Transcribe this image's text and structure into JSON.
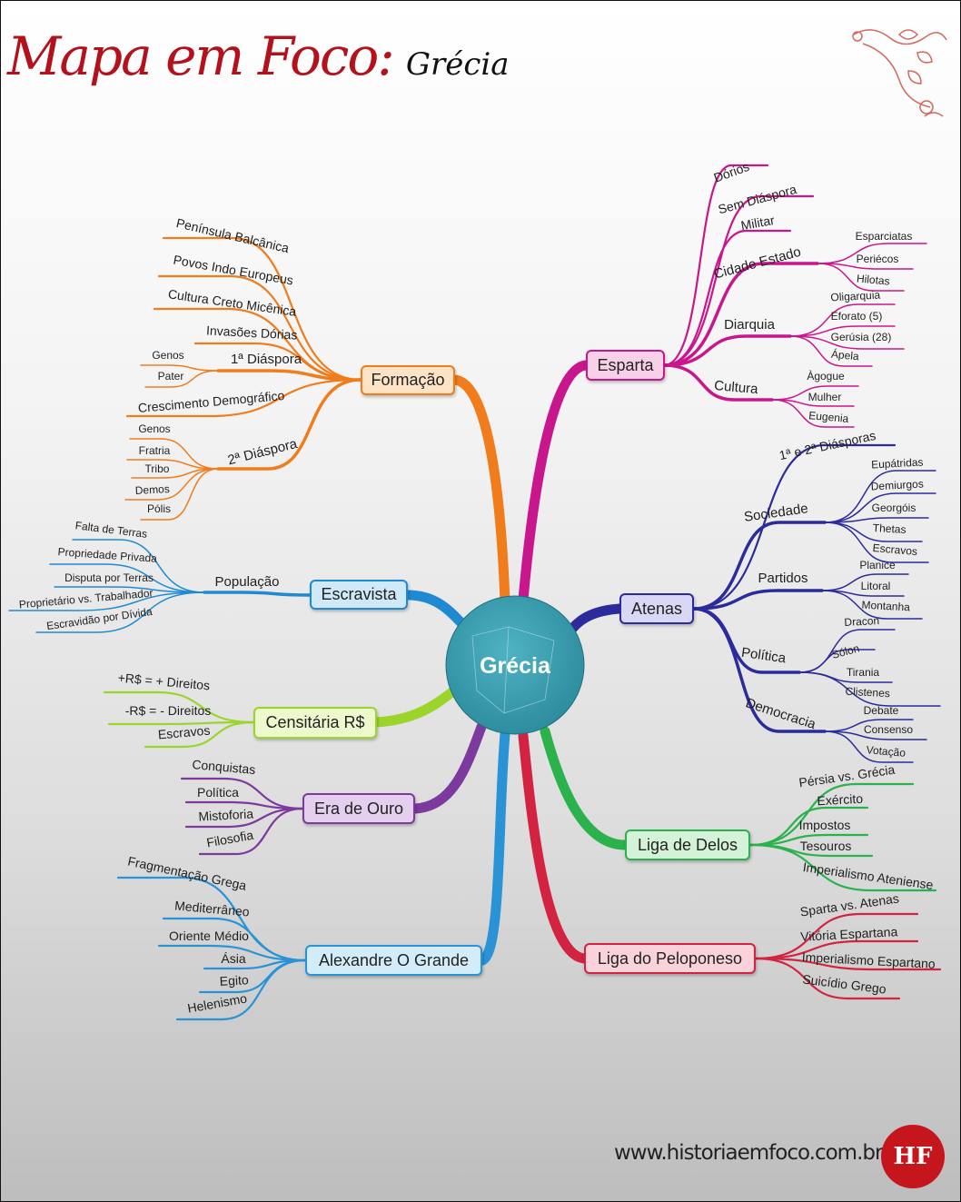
{
  "title": {
    "main": "Mapa em Foco:",
    "topic": "Grécia"
  },
  "center": {
    "label": "Grécia",
    "color": "#2e8d9f"
  },
  "branches": [
    {
      "label": "Formação",
      "color": "#f07c1c",
      "fill": "#fde3c6",
      "children": [
        {
          "label": "Península Balcânica"
        },
        {
          "label": "Povos Indo Europeus"
        },
        {
          "label": "Cultura Creto Micênica"
        },
        {
          "label": "Invasões Dórias"
        },
        {
          "label": "1ª Diáspora",
          "children": [
            {
              "label": "Genos"
            },
            {
              "label": "Pater"
            }
          ]
        },
        {
          "label": "Crescimento Demográfico"
        },
        {
          "label": "2ª Diáspora",
          "children": [
            {
              "label": "Genos"
            },
            {
              "label": "Fratria"
            },
            {
              "label": "Tribo"
            },
            {
              "label": "Demos"
            },
            {
              "label": "Pólis"
            }
          ]
        }
      ]
    },
    {
      "label": "Escravista",
      "color": "#1f8ad2",
      "fill": "#cfe9f8",
      "children": [
        {
          "label": "População",
          "children": [
            {
              "label": "Falta de Terras"
            },
            {
              "label": "Propriedade Privada"
            },
            {
              "label": "Disputa por Terras"
            },
            {
              "label": "Proprietário vs. Trabalhador"
            },
            {
              "label": "Escravidão por Dívida"
            }
          ]
        }
      ]
    },
    {
      "label": "Censitária R$",
      "color": "#9bd52b",
      "fill": "#eef8cd",
      "children": [
        {
          "label": "+R$ = + Direitos"
        },
        {
          "label": "-R$ = - Direitos"
        },
        {
          "label": "Escravos"
        }
      ]
    },
    {
      "label": "Era de Ouro",
      "color": "#7c3a9f",
      "fill": "#e4cfee",
      "children": [
        {
          "label": "Conquistas"
        },
        {
          "label": "Política"
        },
        {
          "label": "Mistoforia"
        },
        {
          "label": "Filosofia"
        }
      ]
    },
    {
      "label": "Alexandre O Grande",
      "color": "#2a93d6",
      "fill": "#d3ecfa",
      "children": [
        {
          "label": "Fragmentação Grega"
        },
        {
          "label": "Mediterrâneo"
        },
        {
          "label": "Oriente Médio"
        },
        {
          "label": "Ásia"
        },
        {
          "label": "Egito"
        },
        {
          "label": "Helenismo"
        }
      ]
    },
    {
      "label": "Esparta",
      "color": "#c8168c",
      "fill": "#f8d0e8",
      "children": [
        {
          "label": "Dórios"
        },
        {
          "label": "Sem Diáspora"
        },
        {
          "label": "Militar"
        },
        {
          "label": "Cidade Estado",
          "children": [
            {
              "label": "Esparciatas"
            },
            {
              "label": "Periécos"
            },
            {
              "label": "Hilotas"
            }
          ]
        },
        {
          "label": "Diarquia",
          "children": [
            {
              "label": "Oligarquia"
            },
            {
              "label": "Eforato (5)"
            },
            {
              "label": "Gerúsia (28)"
            },
            {
              "label": "Ápela"
            }
          ]
        },
        {
          "label": "Cultura",
          "children": [
            {
              "label": "Àgogue"
            },
            {
              "label": "Mulher"
            },
            {
              "label": "Eugenia"
            }
          ]
        }
      ]
    },
    {
      "label": "Atenas",
      "color": "#2b2b9b",
      "fill": "#d8d8f6",
      "children": [
        {
          "label": "1ª e 2ª Diásporas"
        },
        {
          "label": "Sociedade",
          "children": [
            {
              "label": "Eupátridas"
            },
            {
              "label": "Demiurgos"
            },
            {
              "label": "Georgóis"
            },
            {
              "label": "Thetas"
            },
            {
              "label": "Escravos"
            }
          ]
        },
        {
          "label": "Partidos",
          "children": [
            {
              "label": "Planice"
            },
            {
              "label": "Litoral"
            },
            {
              "label": "Montanha"
            }
          ]
        },
        {
          "label": "Política",
          "children": [
            {
              "label": "Dracon"
            },
            {
              "label": "Sólon"
            },
            {
              "label": "Tirania"
            },
            {
              "label": "Clistenes"
            }
          ]
        },
        {
          "label": "Democracia",
          "children": [
            {
              "label": "Debate"
            },
            {
              "label": "Consenso"
            },
            {
              "label": "Votação"
            }
          ]
        }
      ]
    },
    {
      "label": "Liga de Delos",
      "color": "#2bb24c",
      "fill": "#d3f2d8",
      "children": [
        {
          "label": "Pérsia vs. Grécia"
        },
        {
          "label": "Exército"
        },
        {
          "label": "Impostos"
        },
        {
          "label": "Tesouros"
        },
        {
          "label": "Imperialismo Ateniense"
        }
      ]
    },
    {
      "label": "Liga do Peloponeso",
      "color": "#d22340",
      "fill": "#fad3da",
      "children": [
        {
          "label": "Sparta vs. Atenas"
        },
        {
          "label": "Vitória Espartana"
        },
        {
          "label": "Imperialismo Espartano"
        },
        {
          "label": "Suicídio Grego"
        }
      ]
    }
  ],
  "footer": {
    "url": "www.historiaemfoco.com.br",
    "logo_text": "HF"
  }
}
